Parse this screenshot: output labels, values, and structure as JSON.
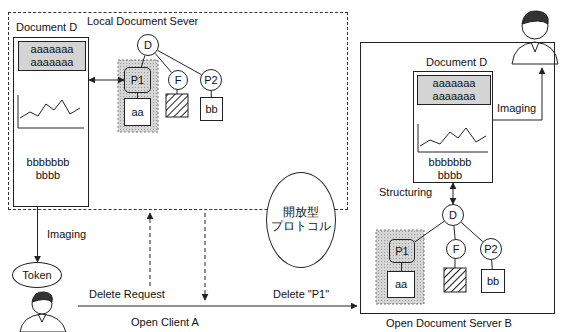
{
  "diagram": {
    "nodes": [
      {
        "text": [
          "Local Document Sever"
        ]
      },
      {
        "text": [
          "Document D",
          "bbbbbbb bbbb"
        ],
        "in": 0
      },
      {
        "text": [
          "aaaaaaa aaaaaaa"
        ],
        "in": 1
      },
      {
        "text": [
          "D"
        ],
        "in": 0
      },
      {
        "text": [
          "P1"
        ],
        "in": 0
      },
      {
        "text": [
          "aa"
        ],
        "in": 0
      },
      {
        "text": [
          "F"
        ],
        "in": 0
      },
      {
        "text": [
          "P2"
        ],
        "in": 0
      },
      {
        "text": [
          "bb"
        ],
        "in": 0
      },
      {
        "text": [
          "Token"
        ]
      },
      {
        "text": [
          "開放型 プロトコル"
        ]
      },
      {
        "text": [
          "Open Document Server B"
        ]
      },
      {
        "text": [
          "Document D",
          "bbbbbbb bbbb"
        ],
        "in": 11
      },
      {
        "text": [
          "aaaaaaa aaaaaaa"
        ],
        "in": 12
      },
      {
        "text": [
          "D"
        ],
        "in": 11
      },
      {
        "text": [
          "P1"
        ],
        "in": 11
      },
      {
        "text": [
          "aa"
        ],
        "in": 11
      },
      {
        "text": [
          "F"
        ],
        "in": 11
      },
      {
        "text": [
          "P2"
        ],
        "in": 11
      },
      {
        "text": [
          "bb"
        ],
        "in": 11
      }
    ],
    "edges": [
      {
        "from": 1,
        "to": 4,
        "arrow": "both"
      },
      {
        "from": 3,
        "to": 4,
        "arrow": "none"
      },
      {
        "from": 3,
        "to": 6,
        "arrow": "none"
      },
      {
        "from": 3,
        "to": 7,
        "arrow": "none"
      },
      {
        "from": 4,
        "to": 5,
        "arrow": "none"
      },
      {
        "from": 7,
        "to": 8,
        "arrow": "none"
      },
      {
        "from": 1,
        "to": 9,
        "arrow": "to"
      },
      {
        "from": 12,
        "to": 14,
        "arrow": "both"
      },
      {
        "from": 14,
        "to": 15,
        "arrow": "none"
      },
      {
        "from": 14,
        "to": 17,
        "arrow": "none"
      },
      {
        "from": 14,
        "to": 18,
        "arrow": "none"
      },
      {
        "from": 15,
        "to": 16,
        "arrow": "none"
      },
      {
        "from": 18,
        "to": 19,
        "arrow": "none"
      }
    ],
    "labels": [
      "Imaging",
      "Delete Request",
      "Open Client A",
      "Delete \"P1\"",
      "Imaging",
      "Structuring"
    ]
  }
}
